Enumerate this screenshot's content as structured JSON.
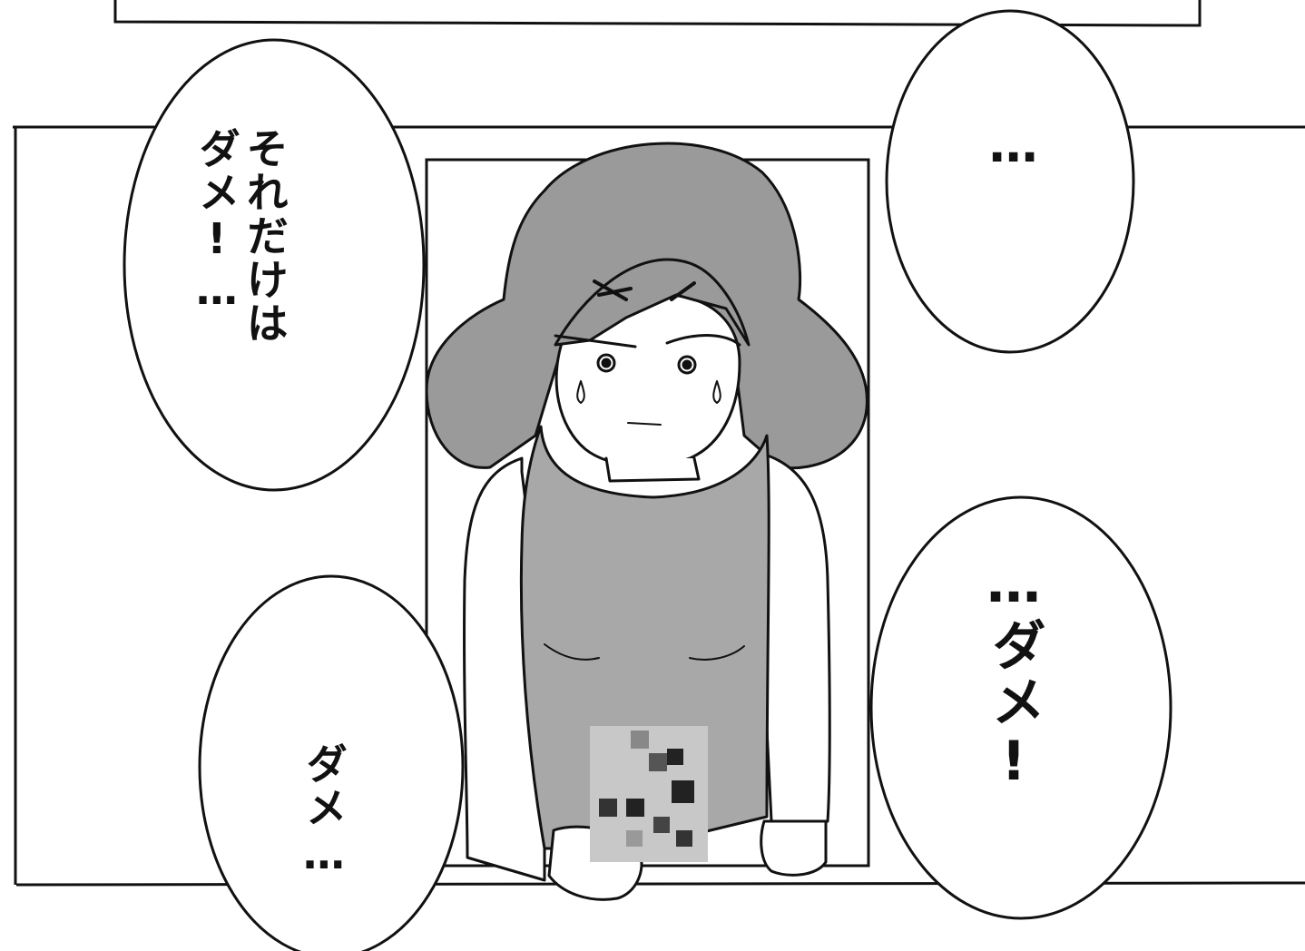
{
  "bubbles": [
    {
      "text": "それだけは\nダメ!…"
    },
    {
      "text": "…"
    },
    {
      "text": "…ダメ!"
    },
    {
      "text": "ダメ…"
    }
  ],
  "colors": {
    "ink": "#111111",
    "tone": "#9a9a9a",
    "paper": "#ffffff"
  }
}
